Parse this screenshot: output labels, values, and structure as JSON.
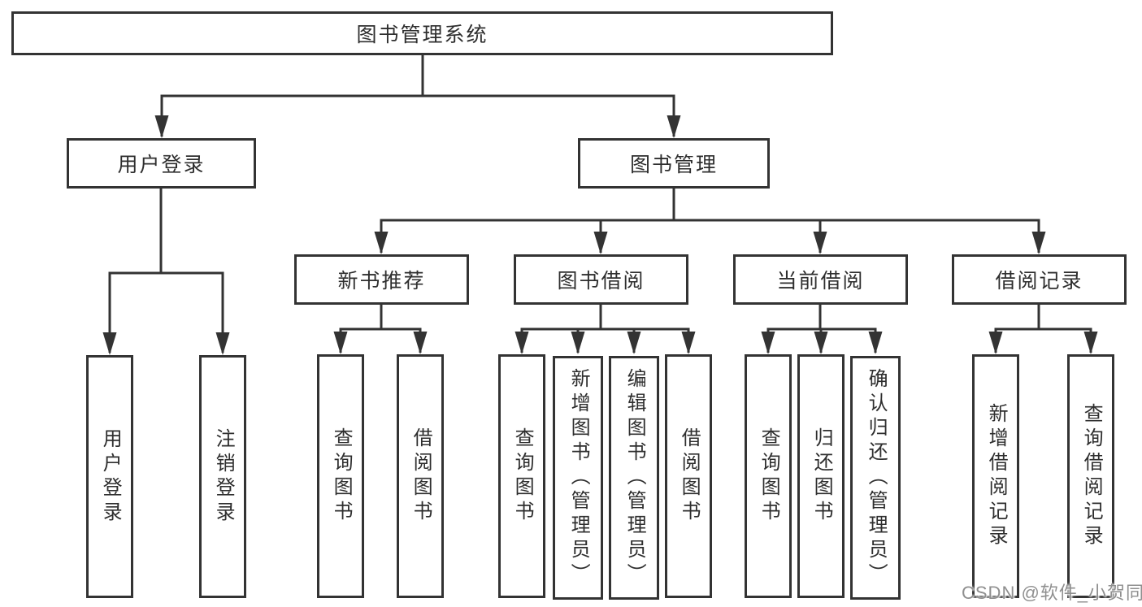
{
  "diagram": {
    "root": {
      "label": "图书管理系统"
    },
    "user_login": {
      "label": "用户登录",
      "children": [
        {
          "label": "用户登录"
        },
        {
          "label": "注销登录"
        }
      ]
    },
    "book_mgmt": {
      "label": "图书管理"
    },
    "sections": [
      {
        "label": "新书推荐",
        "children": [
          {
            "label": "查询图书"
          },
          {
            "label": "借阅图书"
          }
        ]
      },
      {
        "label": "图书借阅",
        "children": [
          {
            "label": "查询图书"
          },
          {
            "label": "新增图书（管理员）"
          },
          {
            "label": "编辑图书（管理员）"
          },
          {
            "label": "借阅图书"
          }
        ]
      },
      {
        "label": "当前借阅",
        "children": [
          {
            "label": "查询图书"
          },
          {
            "label": "归还图书"
          },
          {
            "label": "确认归还（管理员）"
          }
        ]
      },
      {
        "label": "借阅记录",
        "children": [
          {
            "label": "新增借阅记录"
          },
          {
            "label": "查询借阅记录"
          }
        ]
      }
    ]
  },
  "watermark": {
    "text": "CSDN @软件_小贺同学"
  },
  "colors": {
    "line": "#333333",
    "box_border": "#333333",
    "text": "#2e2e2e",
    "background": "#ffffff",
    "watermark": "#8f8f8f"
  }
}
